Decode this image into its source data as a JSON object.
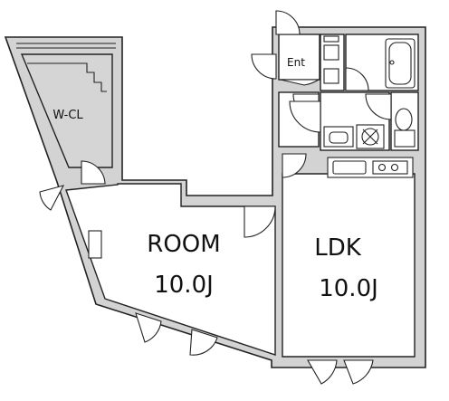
{
  "rooms": {
    "wcl": {
      "label": "W-CL"
    },
    "entrance": {
      "label": "Ent"
    },
    "room": {
      "label": "ROOM",
      "size": "10.0J"
    },
    "ldk": {
      "label": "LDK",
      "size": "10.0J"
    }
  },
  "colors": {
    "wall": "#d3d3d3",
    "closet": "#d5d5d5",
    "line": "#222222"
  }
}
